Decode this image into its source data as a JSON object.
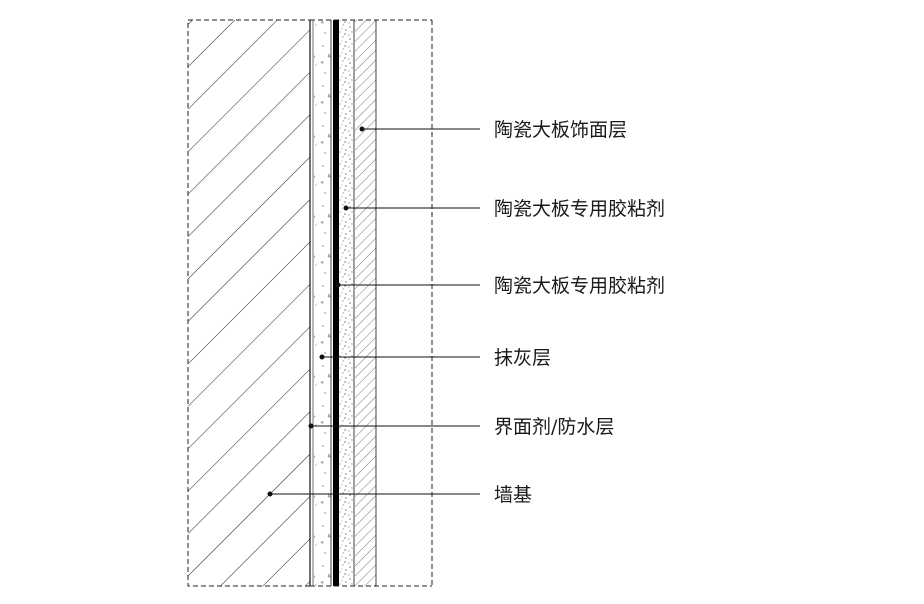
{
  "diagram": {
    "layers": [
      {
        "id": "wall-base",
        "label": "墙基"
      },
      {
        "id": "interface-waterproof",
        "label": "界面剂/防水层"
      },
      {
        "id": "plaster",
        "label": "抹灰层"
      },
      {
        "id": "adhesive-1",
        "label": "陶瓷大板专用胶粘剂"
      },
      {
        "id": "adhesive-2",
        "label": "陶瓷大板专用胶粘剂"
      },
      {
        "id": "ceramic-facing",
        "label": "陶瓷大板饰面层"
      }
    ],
    "labels": {
      "ceramic_facing": "陶瓷大板饰面层",
      "adhesive_1": "陶瓷大板专用胶粘剂",
      "adhesive_2": "陶瓷大板专用胶粘剂",
      "plaster": "抹灰层",
      "interface_waterproof": "界面剂/防水层",
      "wall_base": "墙基"
    },
    "colors": {
      "stroke": "#111111",
      "membrane": "#000000",
      "background": "#ffffff"
    }
  }
}
